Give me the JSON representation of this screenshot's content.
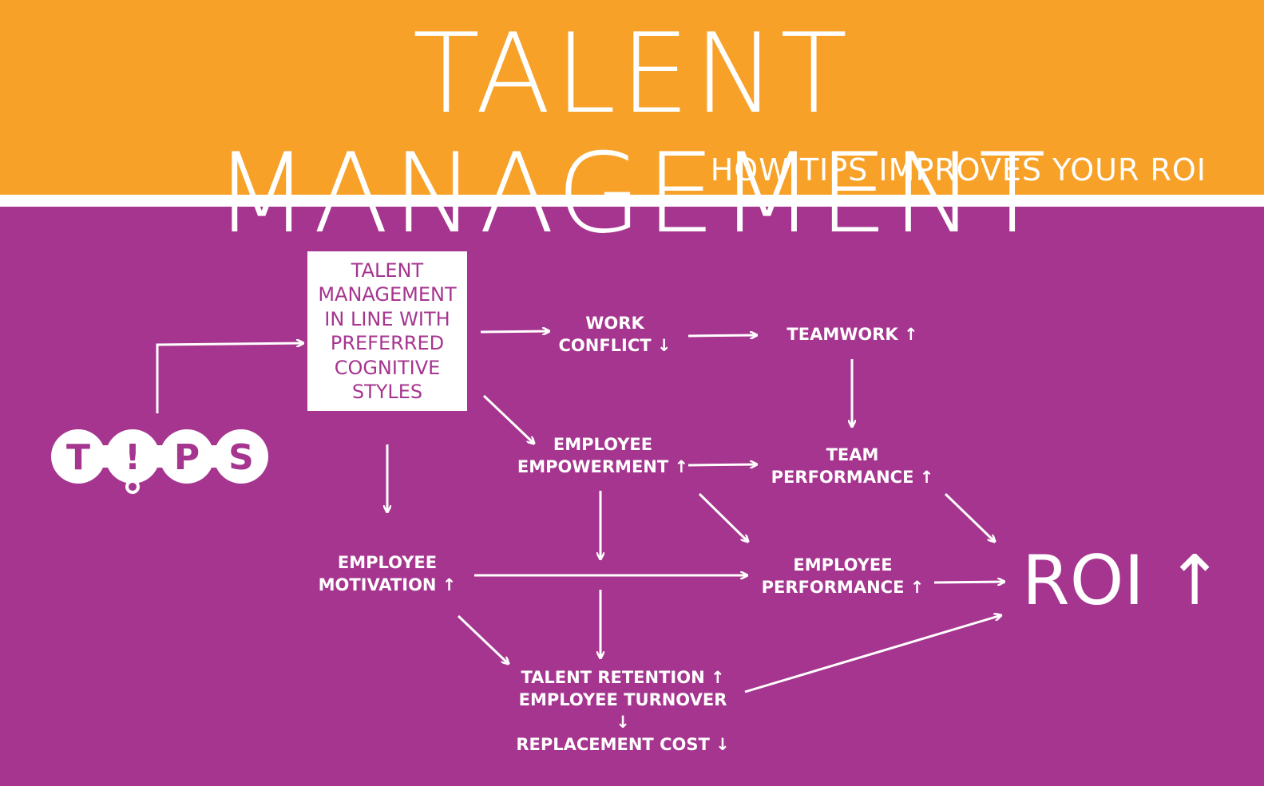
{
  "header": {
    "title": "TALENT MANAGEMENT",
    "subtitle": "HOW TIPS IMPROVES YOUR ROI",
    "background_color": "#f7a128"
  },
  "diagram": {
    "background_color": "#a5358f",
    "logo": {
      "letters": [
        "T",
        "!",
        "P",
        "S"
      ],
      "text": "TIPS"
    },
    "nodes": {
      "talent_management": "TALENT\nMANAGEMENT\nIN LINE WITH\nPREFERRED\nCOGNITIVE\nSTYLES",
      "work_conflict": "WORK\nCONFLICT ↓",
      "teamwork": "TEAMWORK ↑",
      "employee_empowerment": "EMPLOYEE\nEMPOWERMENT ↑",
      "team_performance": "TEAM\nPERFORMANCE ↑",
      "employee_motivation": "EMPLOYEE\nMOTIVATION ↑",
      "employee_performance": "EMPLOYEE\nPERFORMANCE ↑",
      "retention": "TALENT RETENTION ↑\nEMPLOYEE TURNOVER ↓\nREPLACEMENT COST ↓",
      "roi": "ROI ↑"
    }
  }
}
